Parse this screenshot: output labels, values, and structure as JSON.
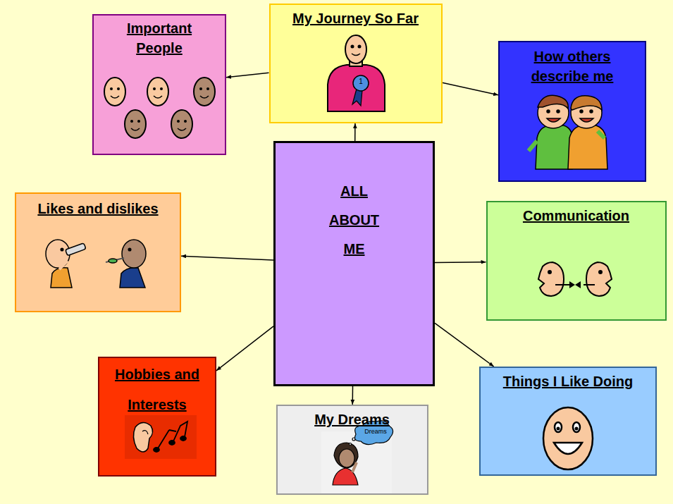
{
  "diagram": {
    "nodes": [
      {
        "text": [
          "Important People"
        ]
      },
      {
        "text": [
          "My Journey So Far"
        ]
      },
      {
        "text": [
          "How others describe me"
        ]
      },
      {
        "text": [
          "ALL ABOUT ME"
        ]
      },
      {
        "text": [
          "Likes and dislikes"
        ]
      },
      {
        "text": [
          "Communication"
        ]
      },
      {
        "text": [
          "Hobbies and Interests"
        ]
      },
      {
        "text": [
          "My Dreams"
        ]
      },
      {
        "text": [
          "Things I Like Doing"
        ]
      }
    ],
    "edges": [
      {
        "from": 1,
        "to": 0,
        "arrow": "to"
      },
      {
        "from": 1,
        "to": 2,
        "arrow": "to"
      },
      {
        "from": 3,
        "to": 1,
        "arrow": "to"
      },
      {
        "from": 3,
        "to": 4,
        "arrow": "to"
      },
      {
        "from": 3,
        "to": 5,
        "arrow": "to"
      },
      {
        "from": 3,
        "to": 6,
        "arrow": "to"
      },
      {
        "from": 3,
        "to": 7,
        "arrow": "to"
      },
      {
        "from": 3,
        "to": 8,
        "arrow": "to"
      }
    ],
    "labels": [
      "1",
      "Dreams"
    ]
  }
}
